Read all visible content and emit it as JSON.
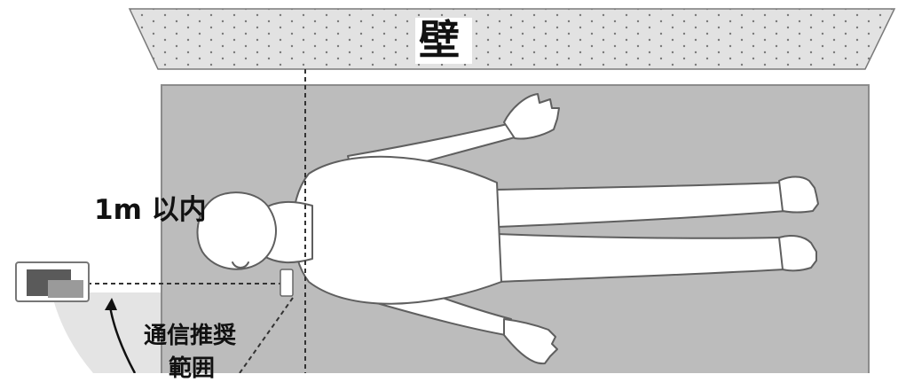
{
  "labels": {
    "wall": "壁",
    "distance": "1m 以内",
    "range_line1": "通信推奨",
    "range_line2": "範囲"
  },
  "colors": {
    "wall_pattern_bg": "#e2e2e2",
    "bed": "#bcbcbc",
    "bed_border": "#8c8c8c",
    "range_zone": "#e4e4e4",
    "device_dark": "#5a5a5a",
    "device_light": "#9a9a9a",
    "outline": "#6a6a6a",
    "text": "#111111"
  },
  "icons": {
    "wall": "dotted-wall-icon",
    "bed": "bed-icon",
    "patient": "lying-person-icon",
    "sensor": "sensor-tag-icon",
    "reader": "reader-device-icon"
  }
}
